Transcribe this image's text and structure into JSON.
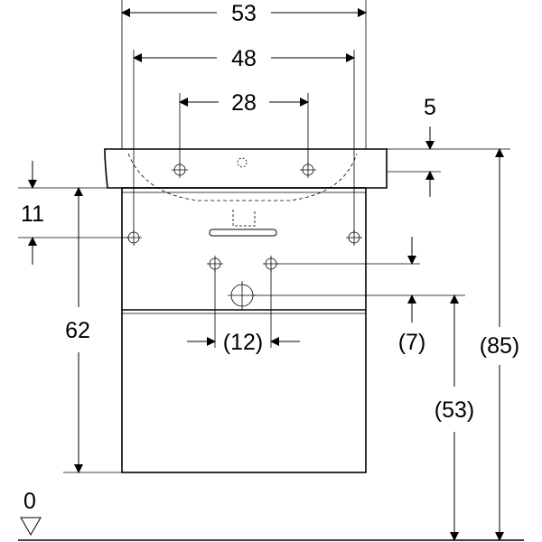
{
  "dimensions": {
    "overall_width": "53",
    "mount_hole_spacing": "48",
    "tap_hole_spacing": "28",
    "rim_thickness": "5",
    "rim_to_mount": "11",
    "cabinet_height": "62",
    "drain_spacing": "(12)",
    "drain_offset": "(7)",
    "drain_height": "(53)",
    "total_height": "(85)",
    "floor_level": "0"
  }
}
